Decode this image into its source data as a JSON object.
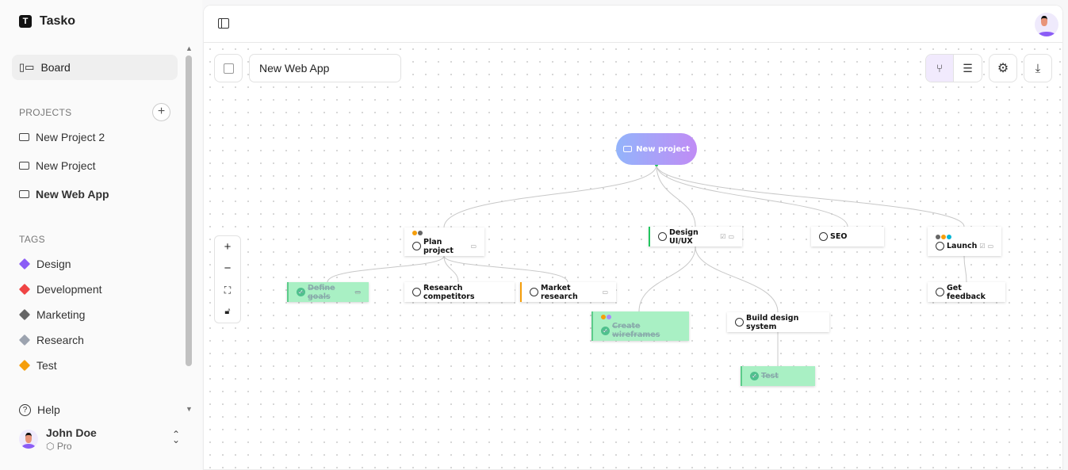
{
  "app": {
    "name": "Tasko"
  },
  "sidebar": {
    "board_label": "Board",
    "projects_heading": "PROJECTS",
    "projects": [
      {
        "label": "New Project 2"
      },
      {
        "label": "New Project"
      },
      {
        "label": "New Web App",
        "active": true
      }
    ],
    "tags_heading": "TAGS",
    "tags": [
      {
        "label": "Design",
        "color": "#8b5cf6"
      },
      {
        "label": "Development",
        "color": "#ef4444"
      },
      {
        "label": "Marketing",
        "color": "#666666"
      },
      {
        "label": "Research",
        "color": "#9ca3af"
      },
      {
        "label": "Test",
        "color": "#f59e0b"
      }
    ],
    "help_label": "Help",
    "user": {
      "name": "John Doe",
      "plan": "Pro"
    }
  },
  "toolbar": {
    "project_name": "New Web App",
    "active_view": "graph"
  },
  "graph": {
    "root": "New project",
    "nodes": {
      "plan": {
        "label": "Plan project",
        "done": false,
        "tags": [
          "#f59e0b",
          "#666666"
        ]
      },
      "design": {
        "label": "Design UI/UX",
        "done": false
      },
      "seo": {
        "label": "SEO",
        "done": false
      },
      "launch": {
        "label": "Launch",
        "done": false,
        "tags": [
          "#666666",
          "#f59e0b",
          "#06b6d4"
        ]
      },
      "goals": {
        "label": "Define goals",
        "done": true
      },
      "competitors": {
        "label": "Research competitors",
        "done": false
      },
      "market": {
        "label": "Market research",
        "done": false
      },
      "wireframes": {
        "label": "Create wireframes",
        "done": true,
        "tags": [
          "#f59e0b",
          "#a78bfa"
        ]
      },
      "designsystem": {
        "label": "Build design system",
        "done": false
      },
      "test": {
        "label": "Test",
        "done": true
      },
      "feedback": {
        "label": "Get feedback",
        "done": false
      }
    }
  }
}
